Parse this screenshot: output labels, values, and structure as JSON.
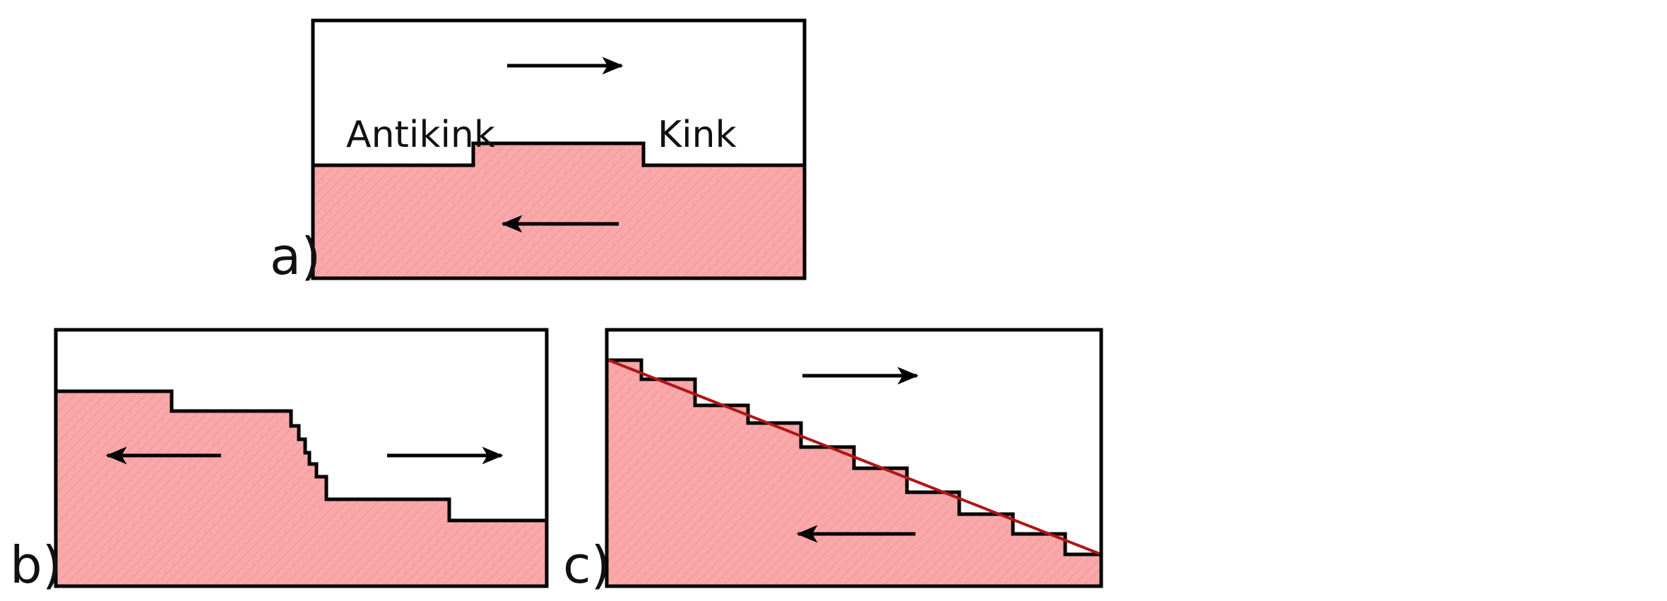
{
  "panels": [
    {
      "id": "a",
      "label": "a)",
      "annotations": {
        "left": "Antikink",
        "right": "Kink"
      }
    },
    {
      "id": "b",
      "label": "b)"
    },
    {
      "id": "c",
      "label": "c)"
    }
  ],
  "colors": {
    "fill": "#f9a9a9",
    "outline": "#000000",
    "fit_line": "#b01515",
    "arrow": "#000000"
  }
}
